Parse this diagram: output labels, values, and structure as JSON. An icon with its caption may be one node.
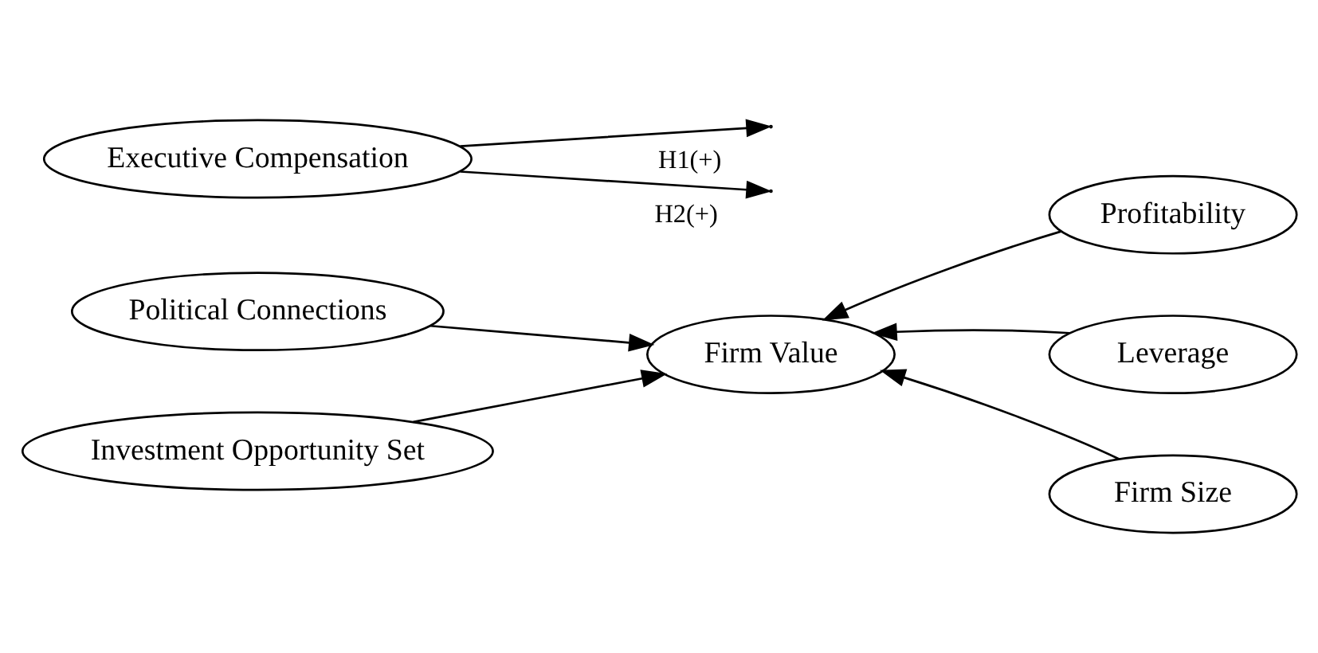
{
  "diagram": {
    "nodes": [
      {
        "text": [
          "Political Connections"
        ]
      },
      {
        "text": [
          "Investment Opportunity Set"
        ]
      },
      {
        "text": [
          "Firm Value"
        ]
      },
      {
        "text": [
          "Profitability"
        ]
      },
      {
        "text": [
          "Leverage"
        ]
      },
      {
        "text": [
          "Firm Size"
        ]
      },
      {
        "text": [
          "Executive Compensation"
        ]
      }
    ],
    "edges": [
      {
        "from": 0,
        "to": 2,
        "arrow": "to"
      },
      {
        "from": 1,
        "to": 2,
        "arrow": "to"
      },
      {
        "from": 3,
        "to": 2,
        "arrow": "to"
      },
      {
        "from": 4,
        "to": 2,
        "arrow": "to"
      },
      {
        "from": 5,
        "to": 2,
        "arrow": "to"
      },
      {
        "from": 6,
        "to": null,
        "arrow": "to",
        "label": "H1(+)"
      },
      {
        "from": 6,
        "to": null,
        "arrow": "to",
        "label": "H2(+)"
      }
    ]
  }
}
